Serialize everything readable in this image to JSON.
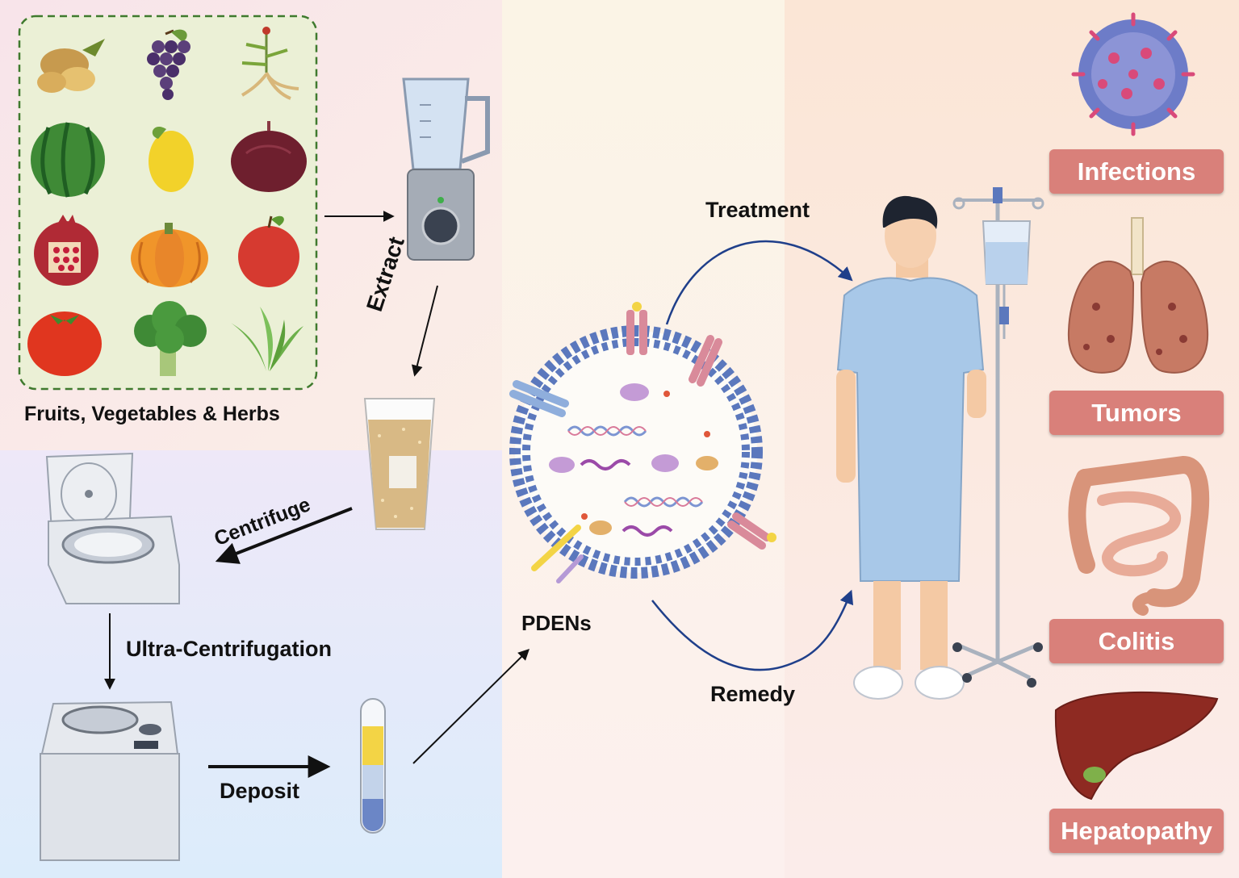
{
  "labels": {
    "source": "Fruits, Vegetables & Herbs",
    "extract": "Extract",
    "centrifuge": "Centrifuge",
    "ultra": "Ultra-Centrifugation",
    "deposit": "Deposit",
    "pdens": "PDENs",
    "treatment": "Treatment",
    "remedy": "Remedy"
  },
  "diseases": [
    "Infections",
    "Tumors",
    "Colitis",
    "Hepatopathy"
  ],
  "colors": {
    "pill": "#d9807a",
    "arrow_blue": "#1f3f8a",
    "membrane": "#5b78bd",
    "gown": "#a8c8e8"
  }
}
